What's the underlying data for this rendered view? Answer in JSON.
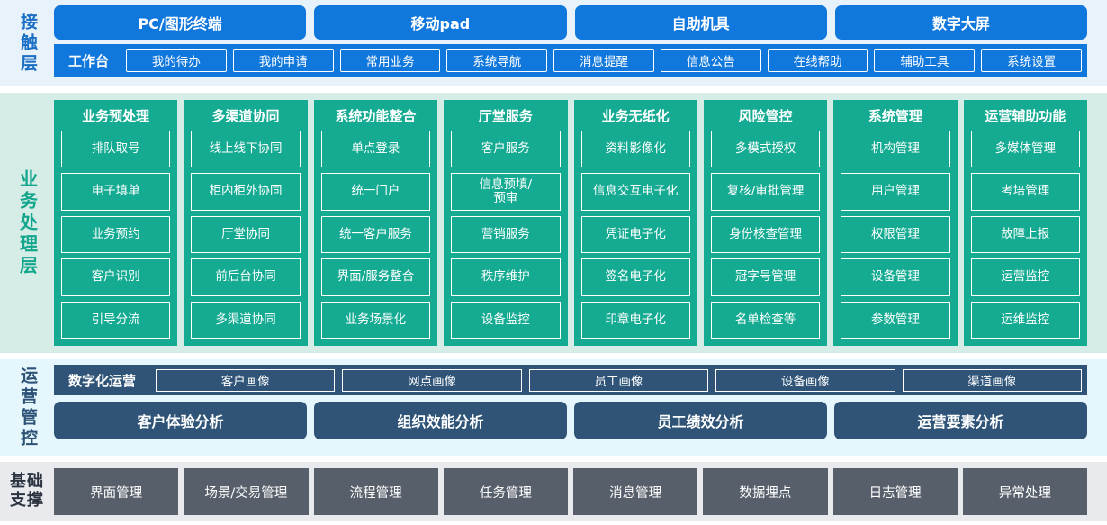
{
  "layers": [
    {
      "id": "contact",
      "label": "接触层",
      "accent": "#1077dd",
      "band_bg": "#e7f2fb",
      "channels": [
        "PC/图形终端",
        "移动pad",
        "自助机具",
        "数字大屏"
      ],
      "workbench_title": "工作台",
      "workbench_items": [
        "我的待办",
        "我的申请",
        "常用业务",
        "系统导航",
        "消息提醒",
        "信息公告",
        "在线帮助",
        "辅助工具",
        "系统设置"
      ]
    },
    {
      "id": "business",
      "label": "业务处理层",
      "accent": "#14ab92",
      "band_bg": "#d6ece6",
      "columns": [
        {
          "title": "业务预处理",
          "items": [
            "排队取号",
            "电子填单",
            "业务预约",
            "客户识别",
            "引导分流"
          ]
        },
        {
          "title": "多渠道协同",
          "items": [
            "线上线下协同",
            "柜内柜外协同",
            "厅堂协同",
            "前后台协同",
            "多渠道协同"
          ]
        },
        {
          "title": "系统功能整合",
          "items": [
            "单点登录",
            "统一门户",
            "统一客户服务",
            "界面/服务整合",
            "业务场景化"
          ]
        },
        {
          "title": "厅堂服务",
          "items": [
            "客户服务",
            "信息预填/\n预审",
            "营销服务",
            "秩序维护",
            "设备监控"
          ]
        },
        {
          "title": "业务无纸化",
          "items": [
            "资料影像化",
            "信息交互电子化",
            "凭证电子化",
            "签名电子化",
            "印章电子化"
          ]
        },
        {
          "title": "风险管控",
          "items": [
            "多模式授权",
            "复核/审批管理",
            "身份核查管理",
            "冠字号管理",
            "名单检查等"
          ]
        },
        {
          "title": "系统管理",
          "items": [
            "机构管理",
            "用户管理",
            "权限管理",
            "设备管理",
            "参数管理"
          ]
        },
        {
          "title": "运营辅助功能",
          "items": [
            "多媒体管理",
            "考培管理",
            "故障上报",
            "运营监控",
            "运维监控"
          ]
        }
      ]
    },
    {
      "id": "operations",
      "label": "运营管控",
      "accent": "#2f5478",
      "band_bg": "#e6f6fd",
      "portrait_title": "数字化运营",
      "portrait_items": [
        "客户画像",
        "网点画像",
        "员工画像",
        "设备画像",
        "渠道画像"
      ],
      "analysis_items": [
        "客户体验分析",
        "组织效能分析",
        "员工绩效分析",
        "运营要素分析"
      ]
    },
    {
      "id": "foundation",
      "label": "基础\n支撑",
      "accent": "#575f6b",
      "band_bg": "#e8eaee",
      "items": [
        "界面管理",
        "场景/交易管理",
        "流程管理",
        "任务管理",
        "消息管理",
        "数据埋点",
        "日志管理",
        "异常处理"
      ]
    }
  ]
}
